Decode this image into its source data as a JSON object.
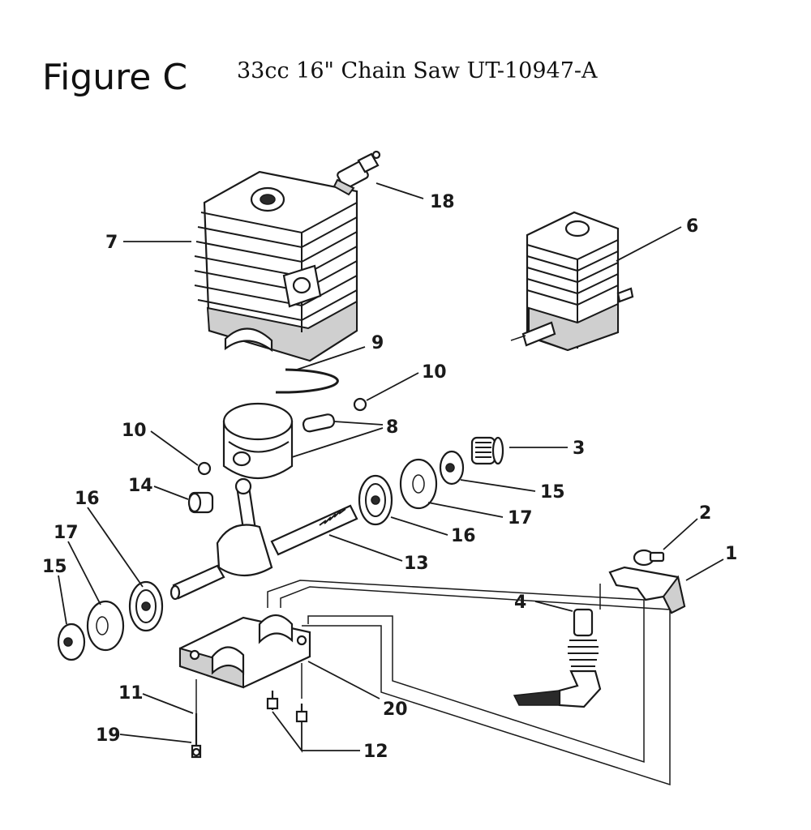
{
  "figure": {
    "title": "Figure C",
    "subtitle": "33cc 16\" Chain Saw UT-10947-A"
  },
  "callouts": [
    "1",
    "2",
    "3",
    "4",
    "6",
    "7",
    "8",
    "9",
    "10",
    "10",
    "11",
    "12",
    "13",
    "14",
    "15",
    "15",
    "16",
    "16",
    "17",
    "17",
    "18",
    "19",
    "20"
  ]
}
